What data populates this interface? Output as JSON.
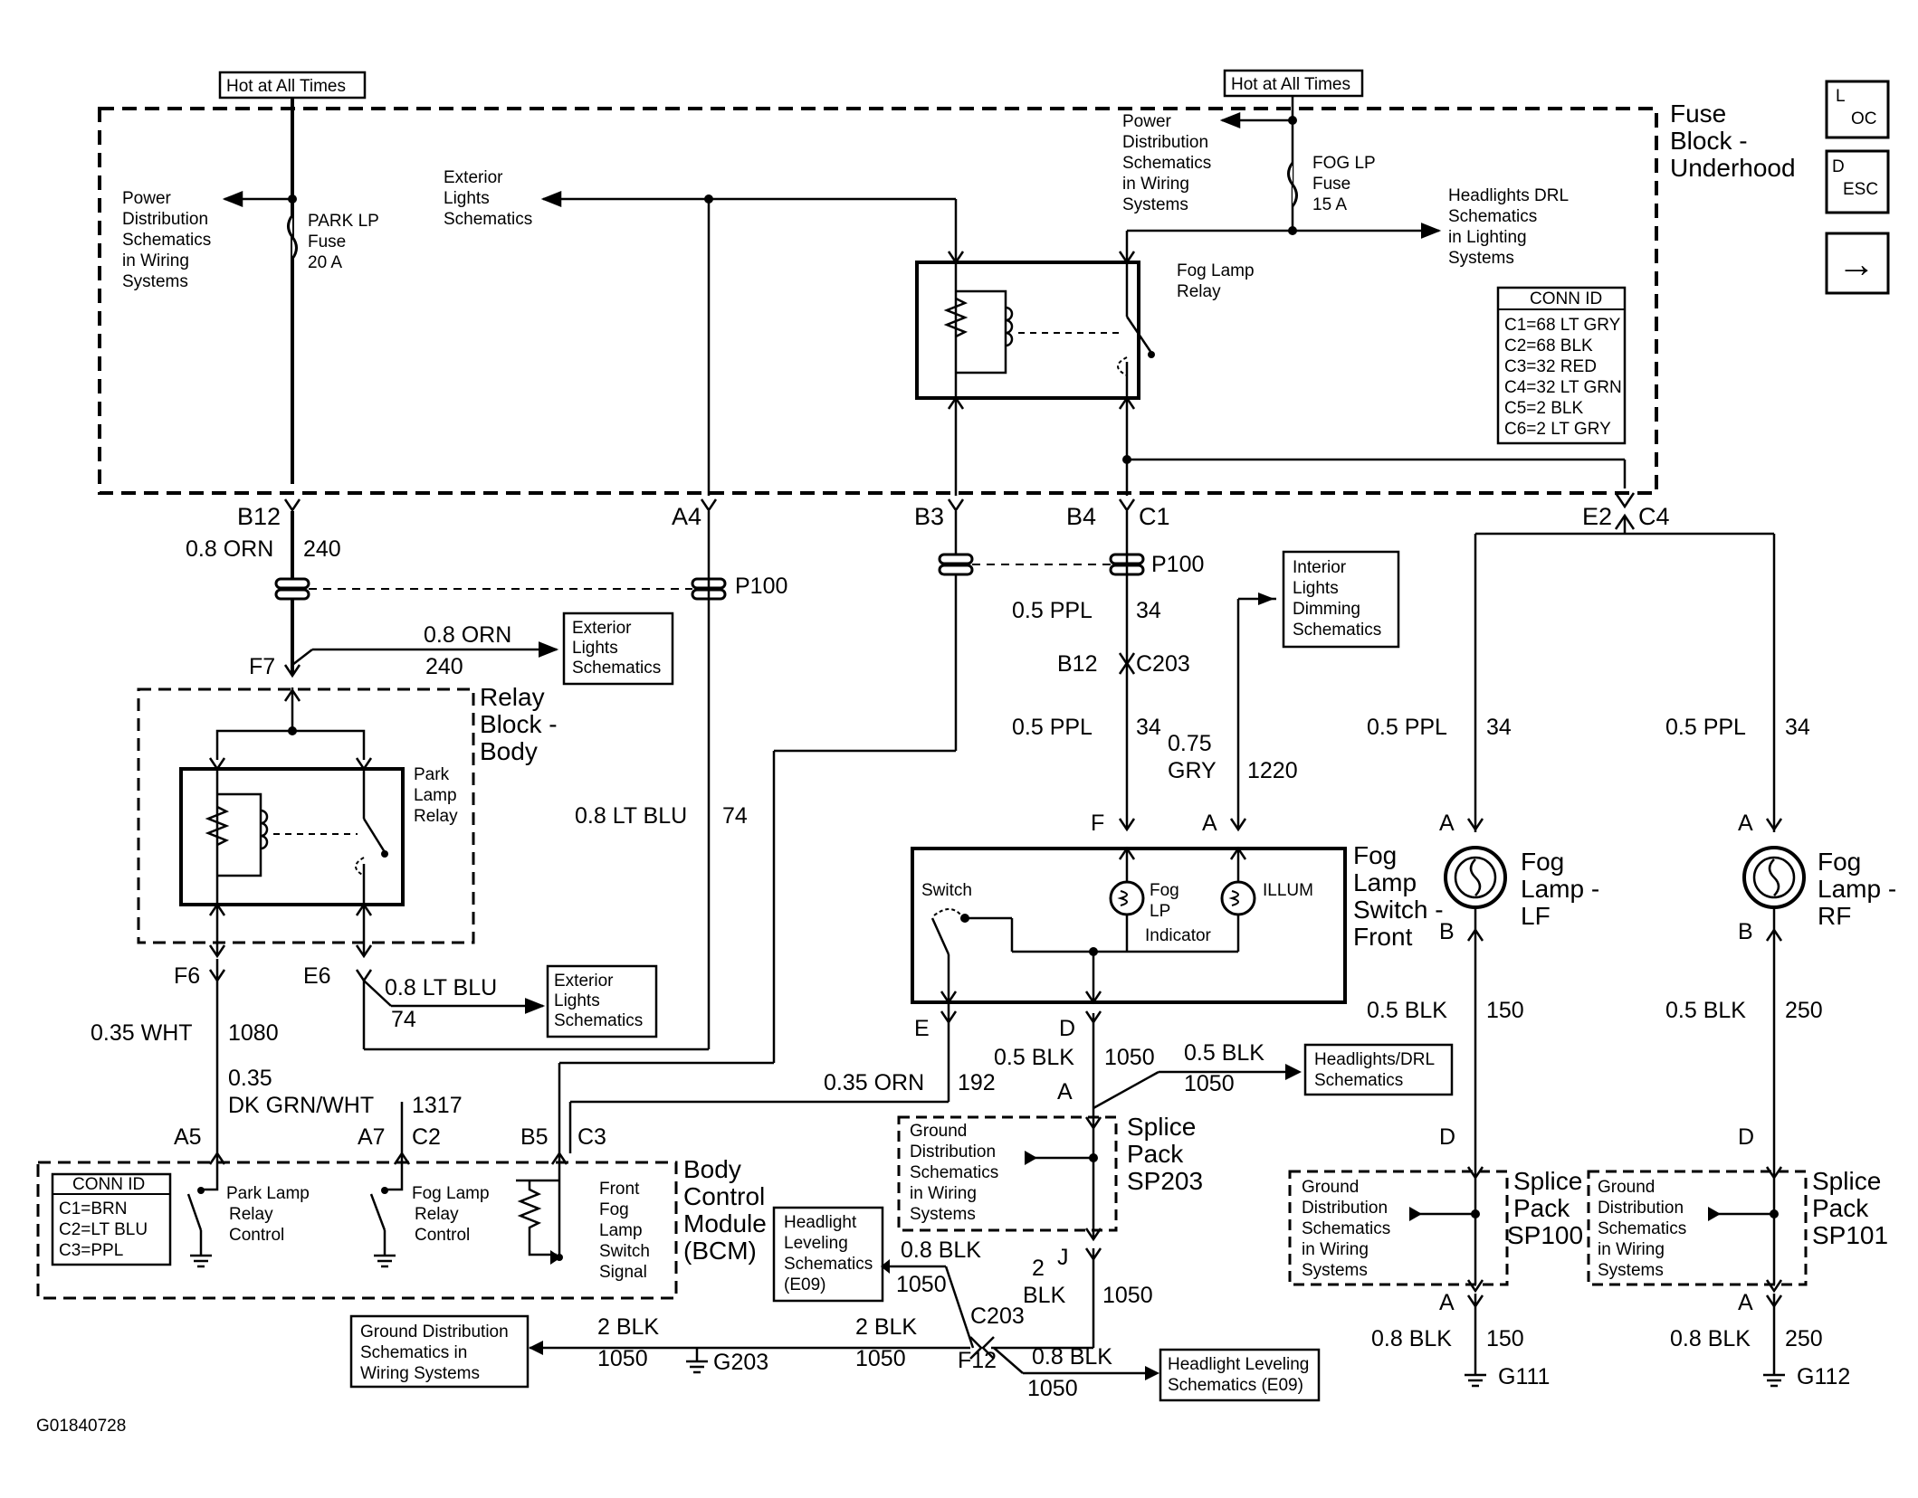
{
  "hot_left": "Hot at All Times",
  "hot_right": "Hot at All Times",
  "fuse_block": [
    "Fuse",
    "Block -",
    "Underhood"
  ],
  "nav": {
    "loc_l": "L",
    "loc_oc": "OC",
    "desc_d": "D",
    "desc_esc": "ESC",
    "arrow": "→"
  },
  "conn_fuse": {
    "title": "CONN ID",
    "rows": [
      "C1=68 LT GRY",
      "C2=68 BLK",
      "C3=32 RED",
      "C4=32 LT GRN",
      "C5=2 BLK",
      "C6=2 LT GRY"
    ]
  },
  "power_dist_left": [
    "Power",
    "Distribution",
    "Schematics",
    "in Wiring",
    "Systems"
  ],
  "park_fuse": [
    "PARK LP",
    "Fuse",
    "20 A"
  ],
  "ext_lights_top": [
    "Exterior",
    "Lights",
    "Schematics"
  ],
  "power_dist_right": [
    "Power",
    "Distribution",
    "Schematics",
    "in Wiring",
    "Systems"
  ],
  "fog_fuse": [
    "FOG LP",
    "Fuse",
    "15 A"
  ],
  "headlights_drl_top": [
    "Headlights DRL",
    "Schematics",
    "in Lighting",
    "Systems"
  ],
  "fog_relay": [
    "Fog Lamp",
    "Relay"
  ],
  "pins_top": {
    "b12": "B12",
    "a4": "A4",
    "b3": "B3",
    "b4": "B4",
    "c1": "C1",
    "e2": "E2",
    "c4": "C4"
  },
  "wire_orn_240": {
    "size": "0.8 ORN",
    "circuit": "240"
  },
  "p100_left": "P100",
  "p100_right": "P100",
  "f7": "F7",
  "wire_orn_240_b": {
    "size": "0.8 ORN",
    "circuit": "240"
  },
  "ext_lights_mid": [
    "Exterior",
    "Lights",
    "Schematics"
  ],
  "relay_block": [
    "Relay",
    "Block -",
    "Body"
  ],
  "park_relay": [
    "Park",
    "Lamp",
    "Relay"
  ],
  "f6": "F6",
  "e6": "E6",
  "wire_ltblu_74_a": {
    "size": "0.8 LT BLU",
    "circuit": "74"
  },
  "ext_lights_low": [
    "Exterior",
    "Lights",
    "Schematics"
  ],
  "wire_ltblu_74_b": {
    "size": "0.8 LT BLU",
    "circuit": "74"
  },
  "wire_wht_1080": {
    "size": "0.35 WHT",
    "circuit": "1080"
  },
  "wire_dkgrn_1317": {
    "size_a": "0.35",
    "size_b": "DK GRN/WHT",
    "circuit": "1317"
  },
  "wire_ppl_34_a": {
    "size": "0.5 PPL",
    "circuit": "34"
  },
  "b12_c203": {
    "pin": "B12",
    "conn": "C203"
  },
  "wire_ppl_34_b": {
    "size": "0.5 PPL",
    "circuit": "34"
  },
  "wire_gry_1220": {
    "size_a": "0.75",
    "size_b": "GRY",
    "circuit": "1220"
  },
  "interior_dimming": [
    "Interior",
    "Lights",
    "Dimming",
    "Schematics"
  ],
  "fog_switch_pins": {
    "f": "F",
    "a": "A",
    "e": "E",
    "d": "D"
  },
  "fog_switch_label": [
    "Fog",
    "Lamp",
    "Switch -",
    "Front"
  ],
  "switch_word": "Switch",
  "fog_lp_ind": [
    "Fog",
    "LP",
    "Indicator"
  ],
  "illum": "ILLUM",
  "wire_orn_192": {
    "size": "0.35 ORN",
    "circuit": "192"
  },
  "wire_blk_1050_a": {
    "size": "0.5 BLK",
    "circuit": "1050"
  },
  "wire_blk_1050_b": {
    "size": "0.5 BLK",
    "circuit": "1050"
  },
  "headlights_drl_mid": [
    "Headlights/DRL",
    "Schematics"
  ],
  "sp203": {
    "pin_a": "A",
    "pin_j": "J",
    "label": [
      "Splice",
      "Pack",
      "SP203"
    ],
    "ground": [
      "Ground",
      "Distribution",
      "Schematics",
      "in Wiring",
      "Systems"
    ]
  },
  "bcm_pins": {
    "a5": "A5",
    "a7": "A7",
    "c2": "C2",
    "b5": "B5",
    "c3": "C3"
  },
  "conn_bcm": {
    "title": "CONN ID",
    "rows": [
      "C1=BRN",
      "C2=LT BLU",
      "C3=PPL"
    ]
  },
  "bcm_park": [
    "Park Lamp",
    "Relay",
    "Control"
  ],
  "bcm_fog": [
    "Fog Lamp",
    "Relay",
    "Control"
  ],
  "bcm_front": [
    "Front",
    "Fog",
    "Lamp",
    "Switch",
    "Signal"
  ],
  "bcm_label": [
    "Body",
    "Control",
    "Module",
    "(BCM)"
  ],
  "headlight_leveling_left": [
    "Headlight",
    "Leveling",
    "Schematics",
    "(E09)"
  ],
  "wire_blk_1050_c": {
    "size": "0.8 BLK",
    "circuit": "1050"
  },
  "wire_2blk_1050_j": {
    "size_a": "2",
    "size_b": "BLK",
    "circuit": "1050"
  },
  "c203_f12": {
    "conn": "C203",
    "pin": "F12"
  },
  "wire_2blk_1050_l": {
    "size": "2 BLK",
    "circuit": "1050"
  },
  "wire_2blk_1050_m": {
    "size": "2 BLK",
    "circuit": "1050"
  },
  "g203": "G203",
  "ground_dist_bottom": [
    "Ground Distribution",
    "Schematics in",
    "Wiring Systems"
  ],
  "wire_blk_1050_d": {
    "size": "0.8 BLK",
    "circuit": "1050"
  },
  "headlight_leveling_right": [
    "Headlight Leveling",
    "Schematics (E09)"
  ],
  "lf": {
    "ppl": "0.5 PPL",
    "ppl_c": "34",
    "pin_a": "A",
    "pin_b": "B",
    "label": [
      "Fog",
      "Lamp -",
      "LF"
    ],
    "blk": "0.5 BLK",
    "blk_c": "150",
    "pin_d": "D",
    "sp": [
      "Splice",
      "Pack",
      "SP100"
    ],
    "ground": [
      "Ground",
      "Distribution",
      "Schematics",
      "in Wiring",
      "Systems"
    ],
    "pin_a2": "A",
    "blk2": "0.8 BLK",
    "blk2_c": "150",
    "g": "G111"
  },
  "rf": {
    "ppl": "0.5 PPL",
    "ppl_c": "34",
    "pin_a": "A",
    "pin_b": "B",
    "label": [
      "Fog",
      "Lamp -",
      "RF"
    ],
    "blk": "0.5 BLK",
    "blk_c": "250",
    "pin_d": "D",
    "sp": [
      "Splice",
      "Pack",
      "SP101"
    ],
    "ground": [
      "Ground",
      "Distribution",
      "Schematics",
      "in Wiring",
      "Systems"
    ],
    "pin_a2": "A",
    "blk2": "0.8 BLK",
    "blk2_c": "250",
    "g": "G112"
  },
  "figure_id": "G01840728"
}
